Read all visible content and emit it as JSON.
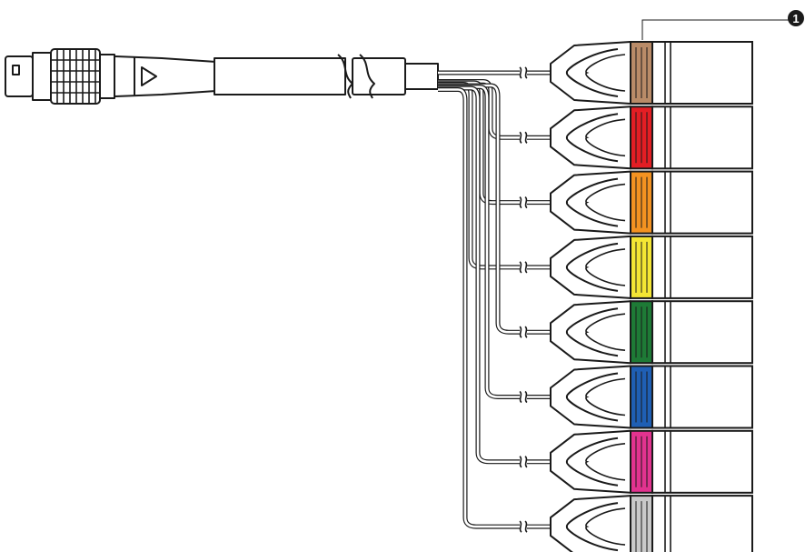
{
  "diagram": {
    "callouts": [
      {
        "number": "1"
      }
    ],
    "xlr_bands": [
      {
        "color_name": "brown",
        "hex": "#b98b68"
      },
      {
        "color_name": "red",
        "hex": "#e31e24"
      },
      {
        "color_name": "orange",
        "hex": "#f39221"
      },
      {
        "color_name": "yellow",
        "hex": "#f4e634"
      },
      {
        "color_name": "green",
        "hex": "#1e7a36"
      },
      {
        "color_name": "blue",
        "hex": "#1f5fb4"
      },
      {
        "color_name": "pink",
        "hex": "#e2338f"
      },
      {
        "color_name": "gray",
        "hex": "#c9c9c9"
      }
    ],
    "stroke_color": "#1a1a1a",
    "icons": {
      "multipin_connector": "multipin-connector-icon",
      "cable_break": "cable-break-icon",
      "xlr_connector": "xlr-connector-icon"
    }
  }
}
